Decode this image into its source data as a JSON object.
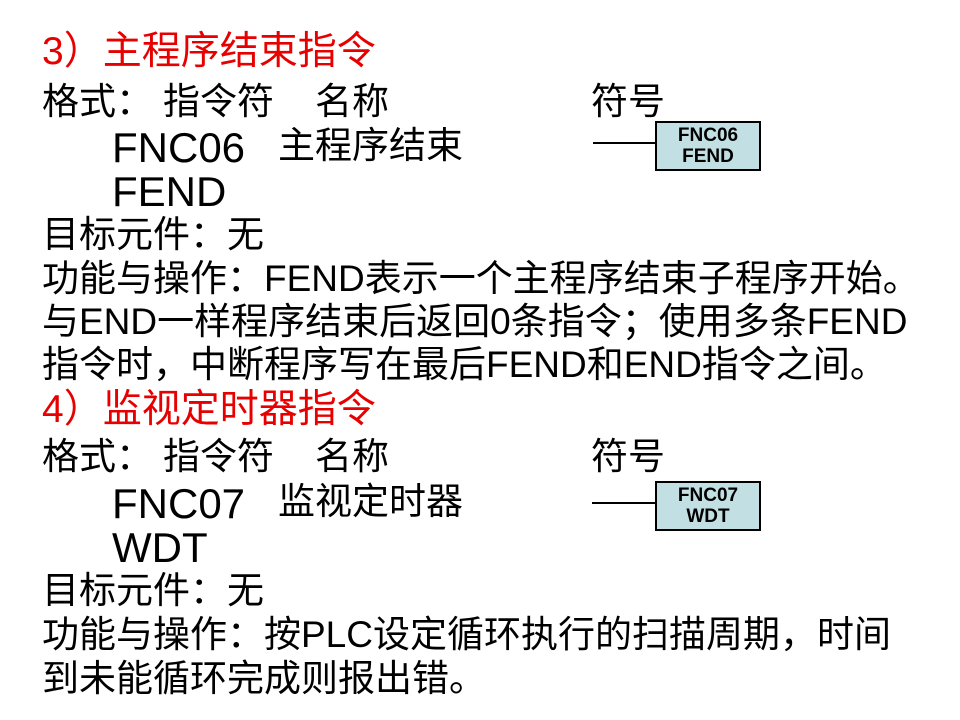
{
  "slide": {
    "background": "#ffffff",
    "heading_color": "#e60000",
    "symbol_box_fill": "#c2e0e4",
    "sections": [
      {
        "heading": "3）主程序结束指令",
        "format_label": "格式：",
        "columns": {
          "opcode": "指令符",
          "name": "名称",
          "symbol": "符号"
        },
        "opcode": "FNC06",
        "instruction_name": "主程序结束",
        "mnemonic": "FEND",
        "target_label": "目标元件：无",
        "symbol_box": {
          "line1": "FNC06",
          "line2": "FEND"
        },
        "function_lines": [
          "功能与操作：FEND表示一个主程序结束子程序开始。",
          "与END一样程序结束后返回0条指令；使用多条FEND",
          "指令时，中断程序写在最后FEND和END指令之间。"
        ]
      },
      {
        "heading": "4）监视定时器指令",
        "format_label": "格式：",
        "columns": {
          "opcode": "指令符",
          "name": "名称",
          "symbol": "符号"
        },
        "opcode": "FNC07",
        "instruction_name": "监视定时器",
        "mnemonic": "WDT",
        "target_label": "目标元件：无",
        "symbol_box": {
          "line1": "FNC07",
          "line2": "WDT"
        },
        "function_lines": [
          "功能与操作：按PLC设定循环执行的扫描周期，时间",
          "到未能循环完成则报出错。"
        ]
      }
    ]
  }
}
